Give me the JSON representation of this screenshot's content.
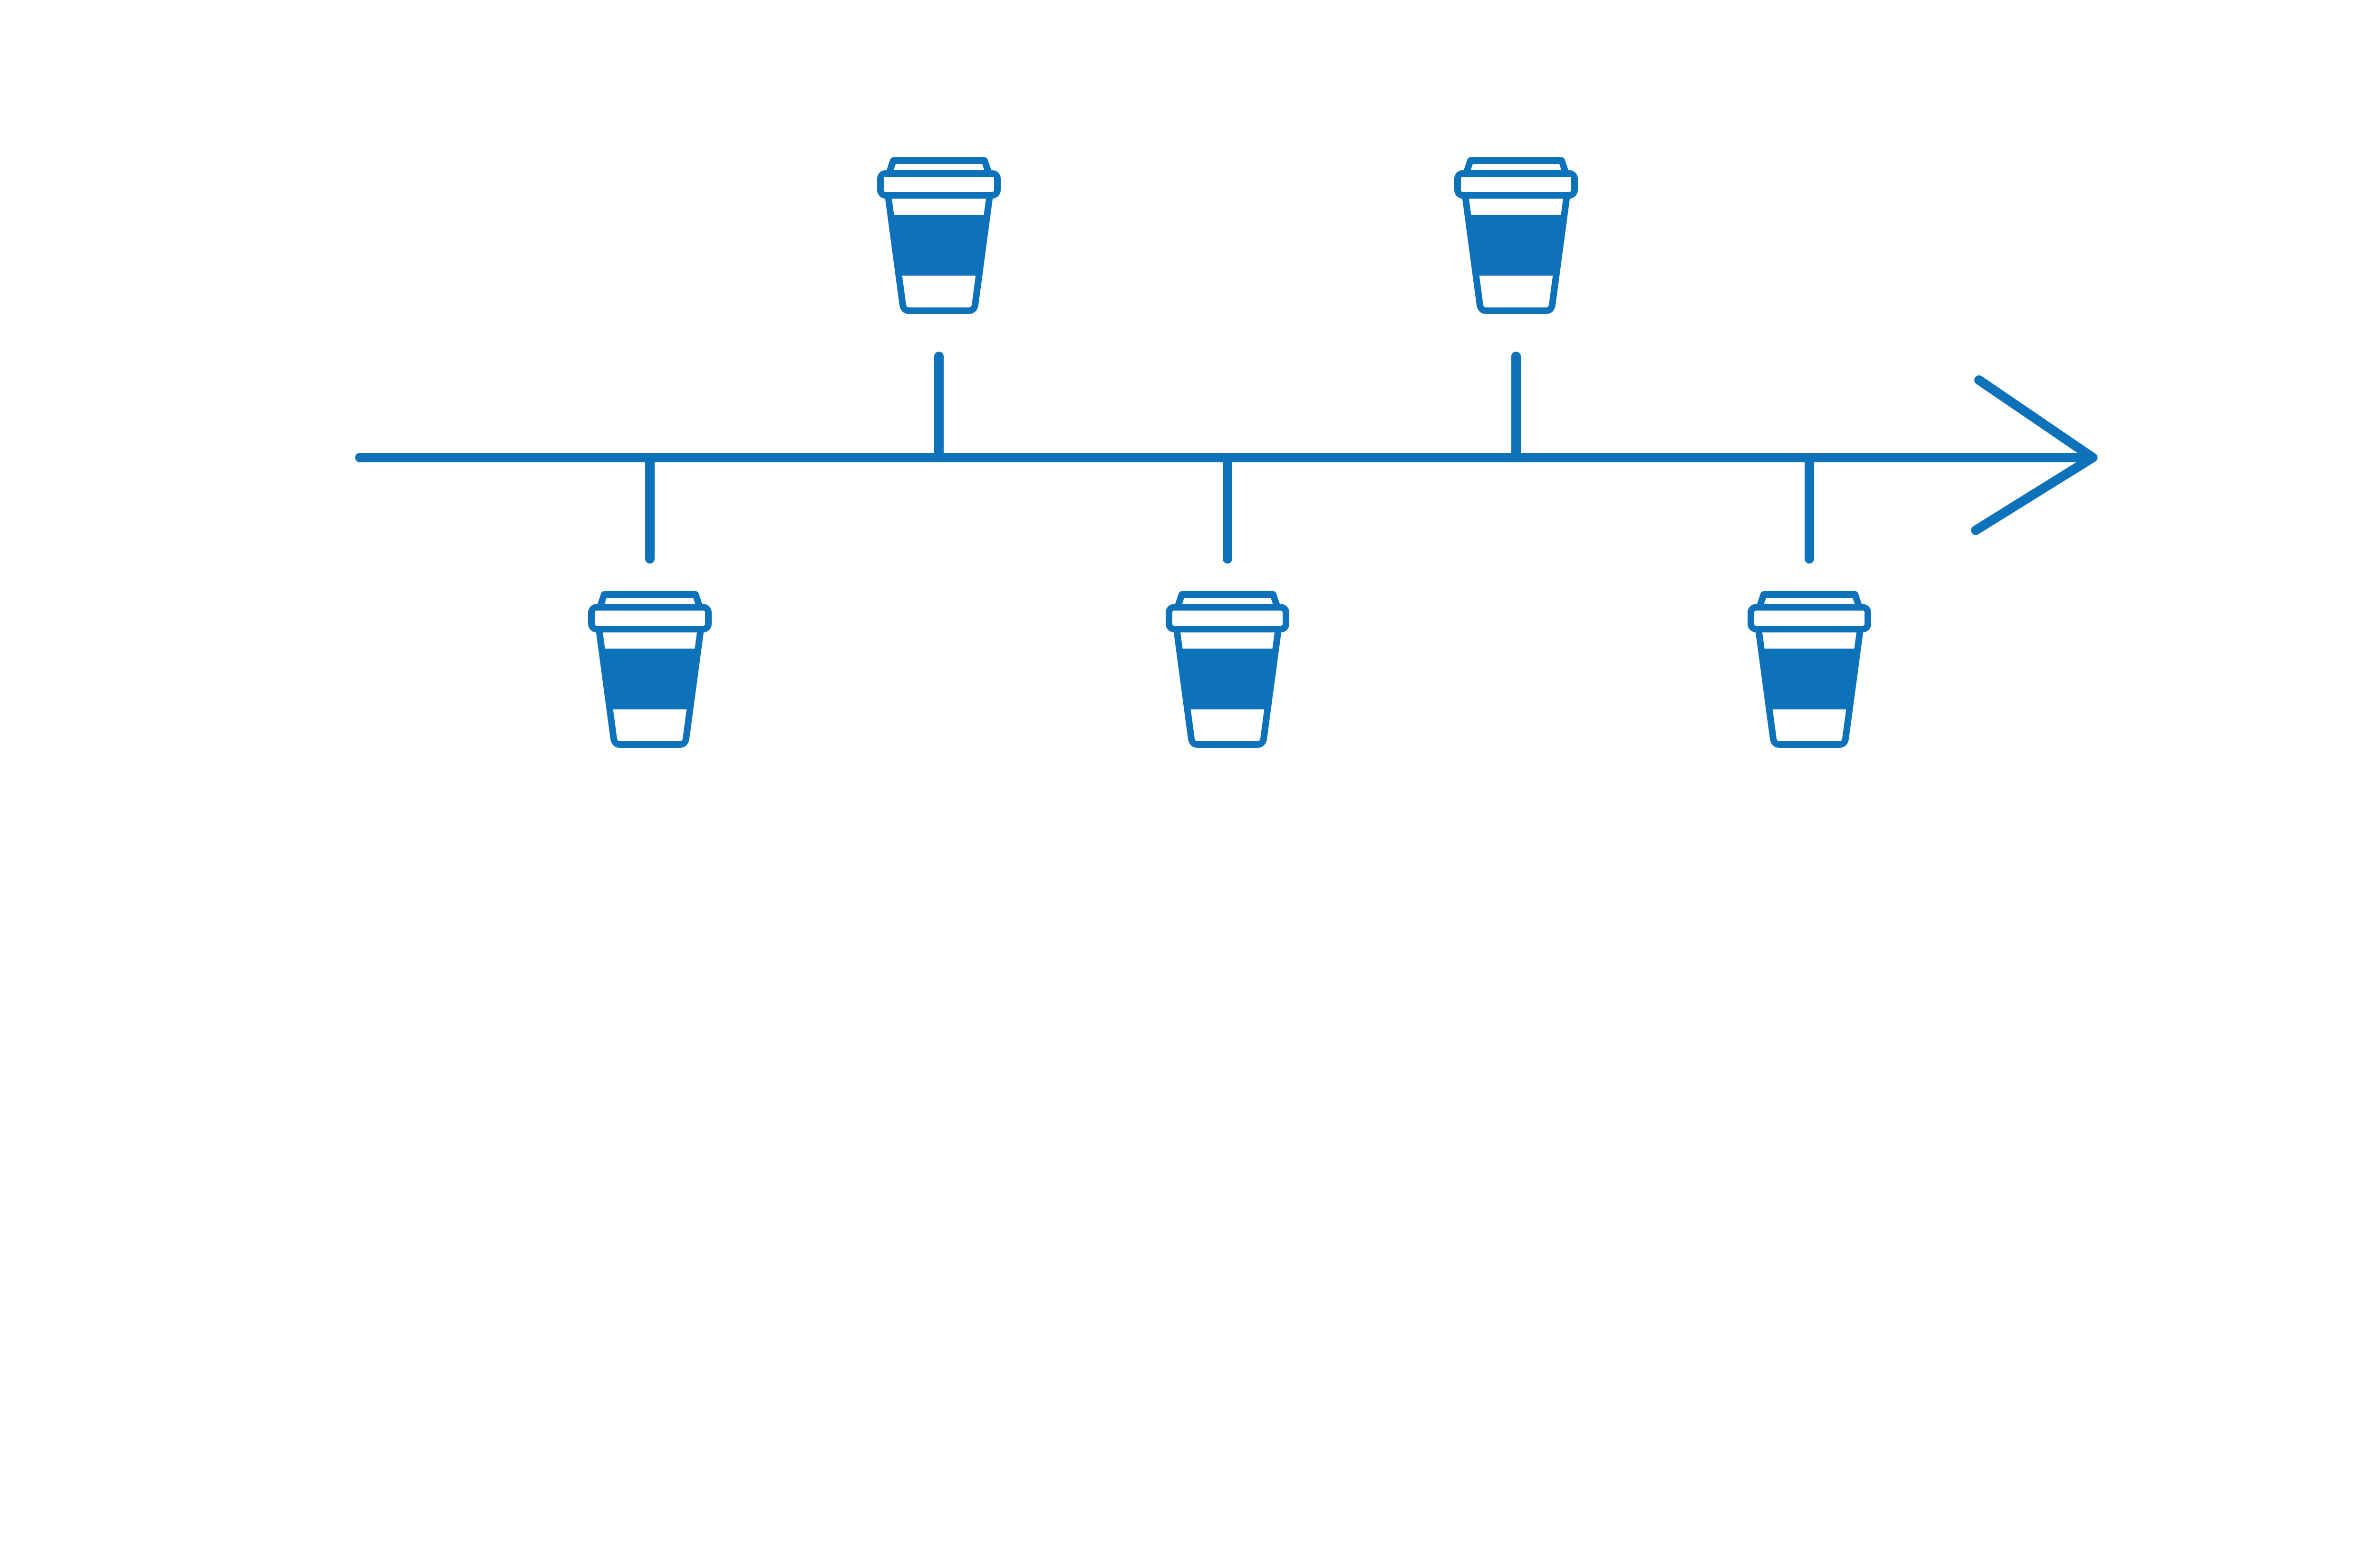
{
  "diagram": {
    "type": "timeline",
    "direction": "left-to-right",
    "accent_color": "#0D72BA",
    "background_color": "#FFFFFF",
    "markers": [
      {
        "icon": "coffee-cup-icon",
        "side": "below"
      },
      {
        "icon": "coffee-cup-icon",
        "side": "above"
      },
      {
        "icon": "coffee-cup-icon",
        "side": "below"
      },
      {
        "icon": "coffee-cup-icon",
        "side": "above"
      },
      {
        "icon": "coffee-cup-icon",
        "side": "below"
      }
    ]
  }
}
